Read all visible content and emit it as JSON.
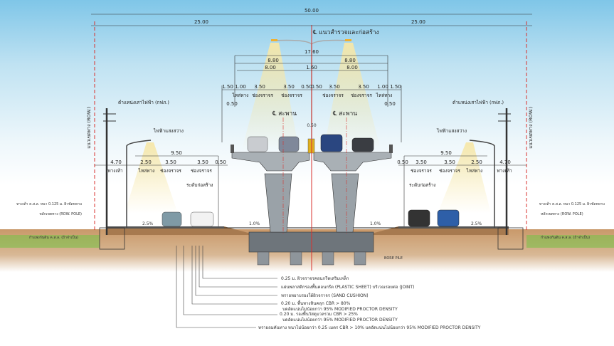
{
  "title_dims": {
    "overall": "50.00",
    "half_left": "25.00",
    "half_right": "25.00"
  },
  "centerline_label": "℄ แนวสำรวจและก่อสร้าง",
  "bridge": {
    "total_width": "17.60",
    "half_left": "8.80",
    "half_right": "8.80",
    "deck_left": "8.00",
    "median": "1.60",
    "deck_right": "8.00",
    "segments": [
      "1.50",
      "1.00",
      "3.50",
      "3.50",
      "0.50",
      "0.50",
      "3.50",
      "3.50",
      "1.00",
      "1.50"
    ],
    "segment_labels": [
      "ไหล่ทาง",
      "ช่องจราจร",
      "ช่องจราจร",
      "ช่องจราจร",
      "ช่องจราจร",
      "ไหล่ทาง"
    ],
    "edge_offset_left": "0.50",
    "edge_offset_right": "0.50",
    "bridge_cl_left": "℄ สะพาน",
    "bridge_cl_right": "℄ สะพาน",
    "median_dim": "0.50",
    "slope_left": "1.0%",
    "slope_right": "1.0%",
    "bore_pile": "BORE PILE"
  },
  "left_side": {
    "row_label": "แนวเขตทาง (ROW.)",
    "power_pole": "ตำแหน่งเสาไฟฟ้า (กฟภ.)",
    "street_light": "ไฟฟ้าแสงสว่าง",
    "width": "9.50",
    "segments": [
      "4.70",
      "2.50",
      "3.50",
      "3.50",
      "0.50"
    ],
    "segment_labels": [
      "ทางเท้า",
      "ไหล่ทาง",
      "ช่องจราจร",
      "ช่องจราจร"
    ],
    "construction_level": "ระดับก่อสร้าง",
    "slope": "2.5%",
    "notes": [
      "ทางเท้า ค.ส.ล. หนา 0.125 ม. ผิวขัดหยาบ",
      "หลักเขตทาง (ROW. POLE)",
      "กำแพงกันดิน ค.ส.ล. (ถ้าจำเป็น)"
    ]
  },
  "right_side": {
    "row_label": "แนวเขตทาง (ROW.)",
    "power_pole": "ตำแหน่งเสาไฟฟ้า (กฟภ.)",
    "street_light": "ไฟฟ้าแสงสว่าง",
    "width": "9.50",
    "segments": [
      "0.50",
      "3.50",
      "3.50",
      "2.50",
      "4.70"
    ],
    "segment_labels": [
      "ช่องจราจร",
      "ช่องจราจร",
      "ไหล่ทาง",
      "ทางเท้า"
    ],
    "construction_level": "ระดับก่อสร้าง",
    "slope": "2.5%",
    "notes": [
      "ทางเท้า ค.ส.ล. หนา 0.125 ม. ผิวขัดหยาบ",
      "หลักเขตทาง (ROW. POLE)",
      "กำแพงกันดิน ค.ส.ล. (ถ้าจำเป็น)"
    ]
  },
  "pavement_notes": [
    "0.25 ม. ผิวจราจรคอนกรีตเสริมเหล็ก",
    "แผ่นพลาสติกรองพื้นคอนกรีต (PLASTIC SHEET) บริเวณรอยต่อ (JOINT)",
    "ทรายหยาบรองใต้ผิวจราจร (SAND CUSHION)",
    "0.20 ม. พื้นทางหินคลุก CBR > 80%",
    "บดอัดแน่นไม่น้อยกว่า 95% MODIFIED PROCTOR DENSITY",
    "0.20 ม. รองพื้นวัสดุมวลรวม CBR > 25%",
    "บดอัดแน่นไม่น้อยกว่า 95% MODIFIED PROCTOR DENSITY",
    "ทรายถมคันทาง หนาไม่น้อยกว่า 0.25 เมตร CBR > 10% บดอัดแน่นไม่น้อยกว่า 95% MODIFIED PROCTOR DENSITY"
  ],
  "colors": {
    "sky": "#7fc6e8",
    "soil": "#c79a6c",
    "concrete": "#8e959b",
    "row_line": "#d9302c",
    "grass": "#7cbf4a"
  }
}
